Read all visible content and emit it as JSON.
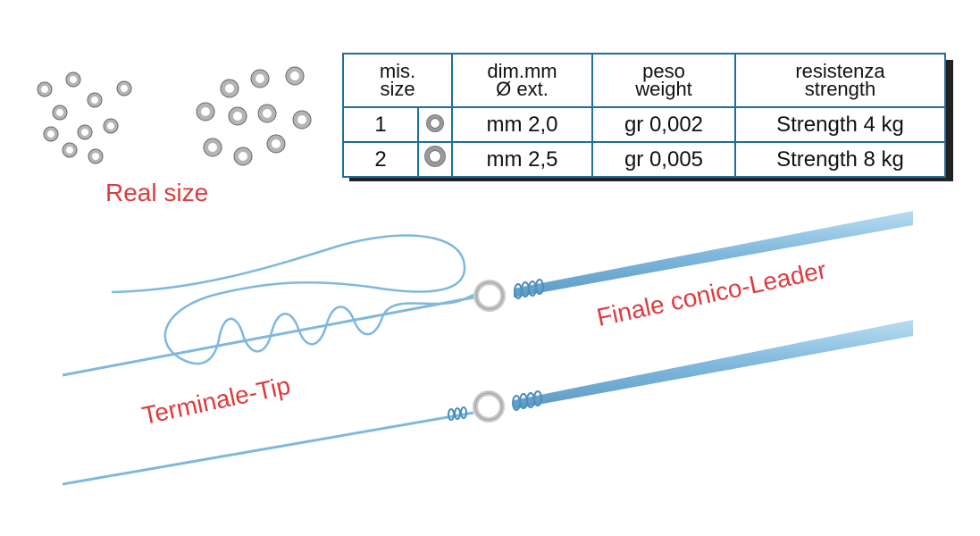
{
  "real_size_label": "Real size",
  "table": {
    "headers": [
      [
        "mis.",
        "size"
      ],
      [
        "dim.mm",
        "Ø ext."
      ],
      [
        "peso",
        "weight"
      ],
      [
        "resistenza",
        "strength"
      ]
    ],
    "rows": [
      {
        "size": "1",
        "icon": "ring-small-icon",
        "dim": "mm 2,0",
        "weight": "gr 0,002",
        "strength": "Strength 4 kg"
      },
      {
        "size": "2",
        "icon": "ring-large-icon",
        "dim": "mm 2,5",
        "weight": "gr 0,005",
        "strength": "Strength 8 kg"
      }
    ]
  },
  "labels": {
    "leader": "Finale conico-Leader",
    "tip": "Terminale-Tip"
  },
  "colors": {
    "label_red": "#e03a3e",
    "table_border": "#1f6e9a",
    "line_blue": "#7fb8dc",
    "ring_gray": "#b5b5b5"
  }
}
